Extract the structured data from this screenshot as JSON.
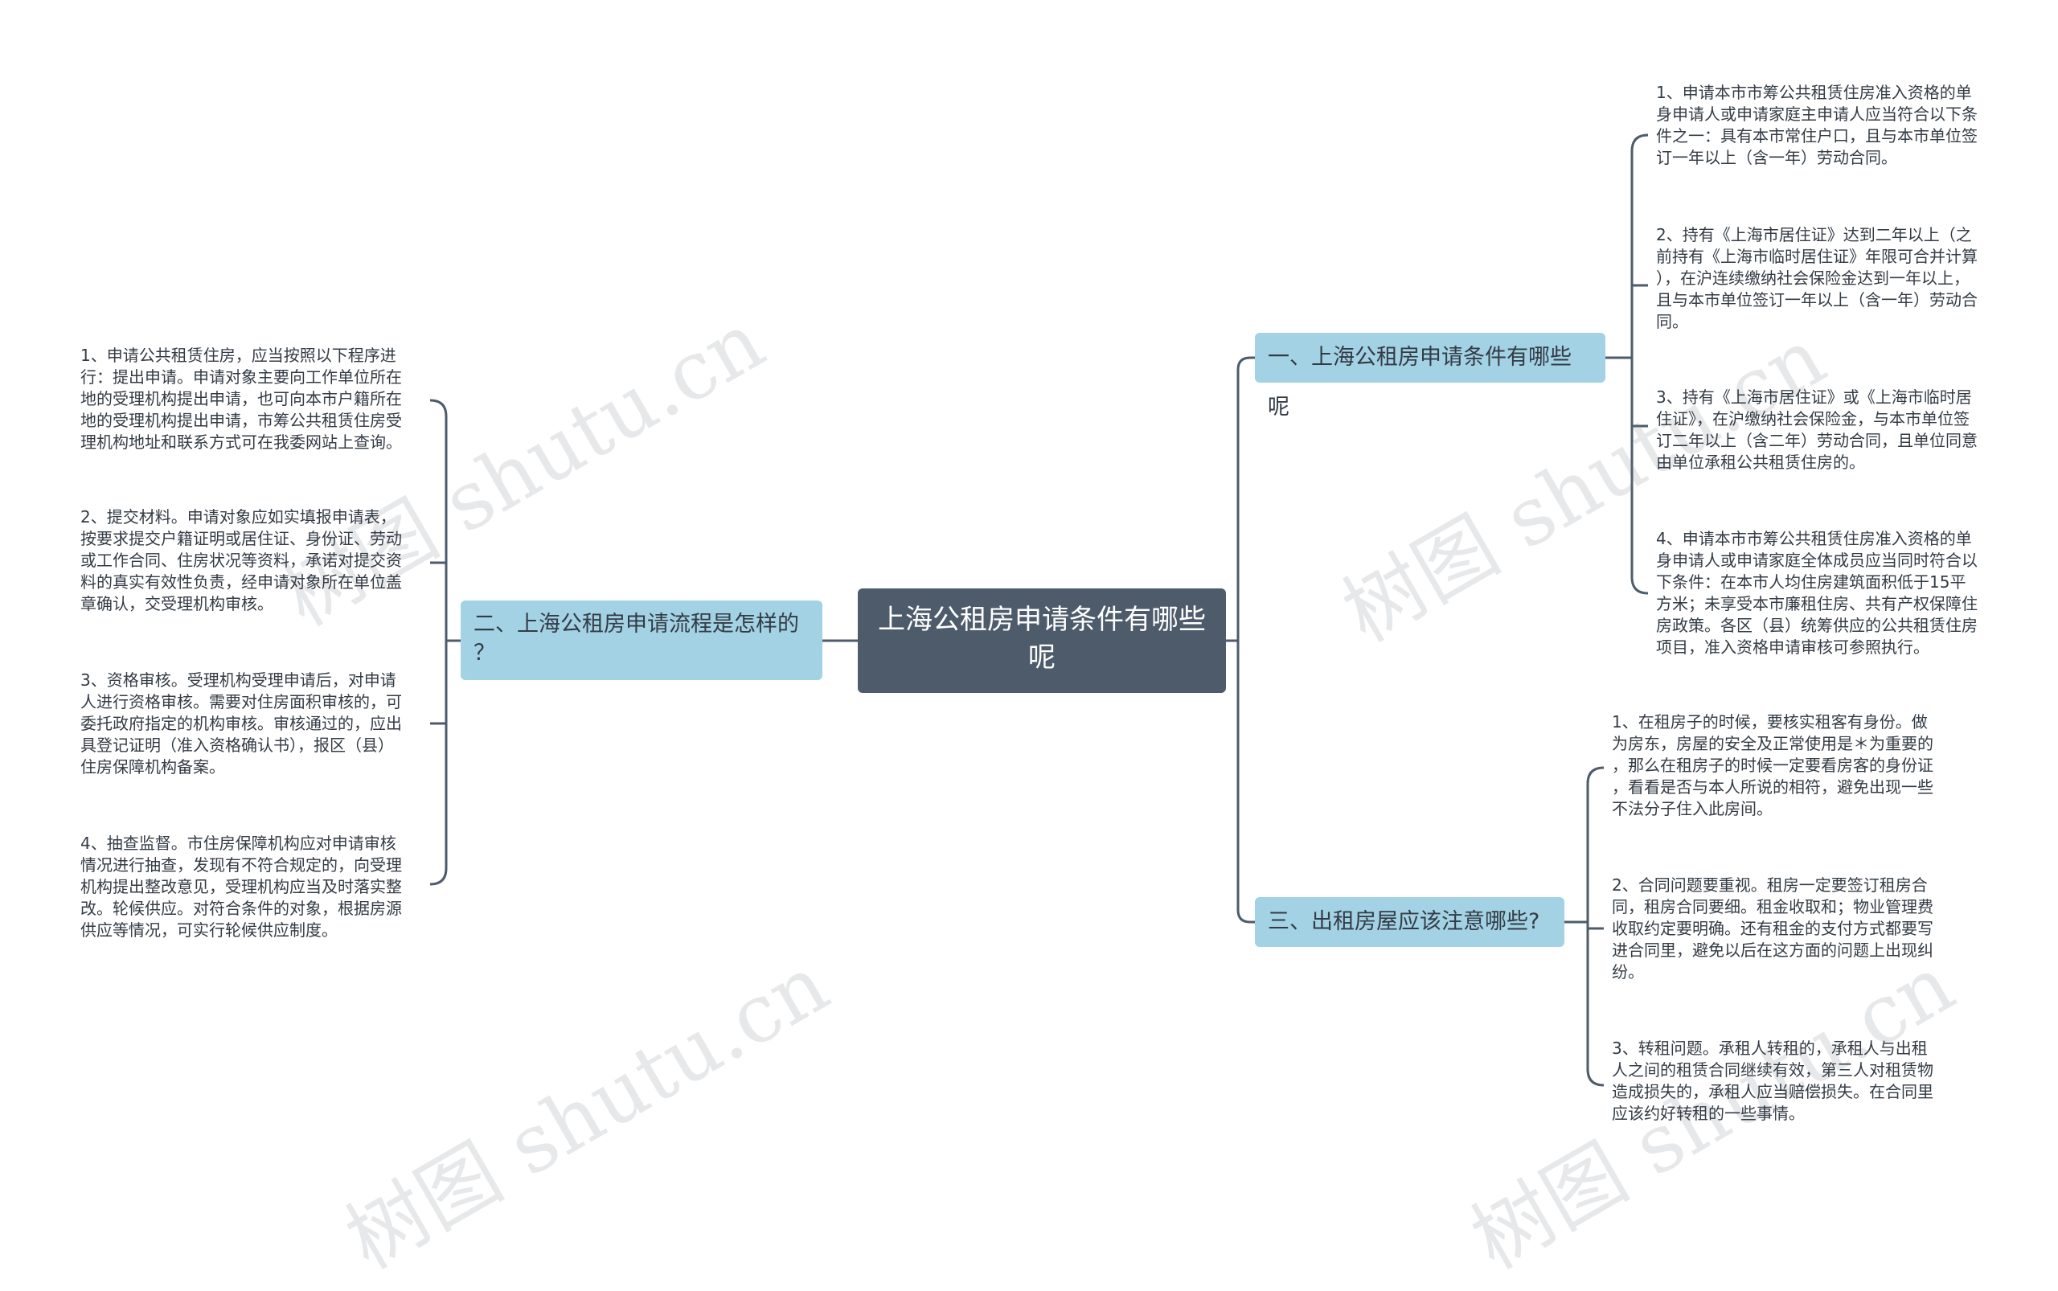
{
  "root": {
    "title": "上海公租房申请条件有哪些呢"
  },
  "branches": [
    {
      "title": "一、上海公租房申请条件有哪些呢",
      "items": [
        "1、申请本市市筹公共租赁住房准入资格的单\n身申请人或申请家庭主申请人应当符合以下条\n件之一：具有本市常住户口，且与本市单位签\n订一年以上（含一年）劳动合同。",
        "2、持有《上海市居住证》达到二年以上（之\n前持有《上海市临时居住证》年限可合并计算\n），在沪连续缴纳社会保险金达到一年以上，\n且与本市单位签订一年以上（含一年）劳动合\n同。",
        "3、持有《上海市居住证》或《上海市临时居\n住证》，在沪缴纳社会保险金，与本市单位签\n订二年以上（含二年）劳动合同，且单位同意\n由单位承租公共租赁住房的。",
        "4、申请本市市筹公共租赁住房准入资格的单\n身申请人或申请家庭全体成员应当同时符合以\n下条件：在本市人均住房建筑面积低于15平\n方米；未享受本市廉租住房、共有产权保障住\n房政策。各区（县）统筹供应的公共租赁住房\n项目，准入资格申请审核可参照执行。"
      ]
    },
    {
      "title": "二、上海公租房申请流程是怎样的\n？",
      "items": [
        "1、申请公共租赁住房，应当按照以下程序进\n行：提出申请。申请对象主要向工作单位所在\n地的受理机构提出申请，也可向本市户籍所在\n地的受理机构提出申请，市筹公共租赁住房受\n理机构地址和联系方式可在我委网站上查询。",
        "2、提交材料。申请对象应如实填报申请表，\n按要求提交户籍证明或居住证、身份证、劳动\n或工作合同、住房状况等资料，承诺对提交资\n料的真实有效性负责，经申请对象所在单位盖\n章确认，交受理机构审核。",
        "3、资格审核。受理机构受理申请后，对申请\n人进行资格审核。需要对住房面积审核的，可\n委托政府指定的机构审核。审核通过的，应出\n具登记证明（准入资格确认书），报区（县）\n住房保障机构备案。",
        "4、抽查监督。市住房保障机构应对申请审核\n情况进行抽查，发现有不符合规定的，向受理\n机构提出整改意见，受理机构应当及时落实整\n改。轮候供应。对符合条件的对象，根据房源\n供应等情况，可实行轮候供应制度。"
      ]
    },
    {
      "title": "三、出租房屋应该注意哪些?",
      "items": [
        "1、在租房子的时候，要核实租客有身份。做\n为房东，房屋的安全及正常使用是＊为重要的\n，那么在租房子的时候一定要看房客的身份证\n，看看是否与本人所说的相符，避免出现一些\n不法分子住入此房间。",
        "2、合同问题要重视。租房一定要签订租房合\n同，租房合同要细。租金收取和；物业管理费\n收取约定要明确。还有租金的支付方式都要写\n进合同里，避免以后在这方面的问题上出现纠\n纷。",
        "3、转租问题。承租人转租的，承租人与出租\n人之间的租赁合同继续有效，第三人对租赁物\n造成损失的，承租人应当赔偿损失。在合同里\n应该约好转租的一些事情。"
      ]
    }
  ],
  "watermark": "树图 shutu.cn",
  "colors": {
    "root": "#4d5b6b",
    "branch": "#a2d2e4",
    "line": "#4d5b6b"
  }
}
